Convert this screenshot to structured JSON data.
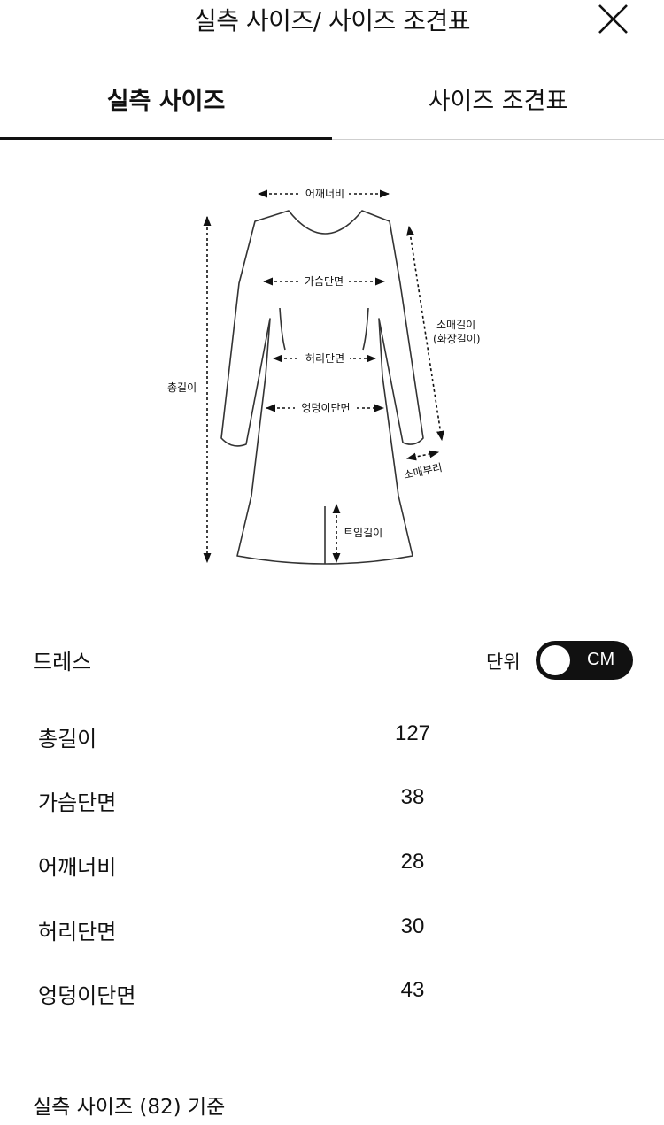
{
  "header": {
    "title": "실측 사이즈/ 사이즈 조견표",
    "close_icon": "close-icon"
  },
  "tabs": [
    {
      "label": "실측 사이즈",
      "active": true
    },
    {
      "label": "사이즈 조견표",
      "active": false
    }
  ],
  "diagram": {
    "shoulder": "어깨너비",
    "chest": "가슴단면",
    "waist": "허리단면",
    "hip": "엉덩이단면",
    "total_length": "총길이",
    "sleeve_length": "소매길이",
    "sleeve_length_alt": "(화장길이)",
    "cuff": "소매부리",
    "slit": "트임길이"
  },
  "size_table": {
    "product": "드레스",
    "unit_label": "단위",
    "unit": "CM",
    "rows": [
      {
        "label": "총길이",
        "value": "127"
      },
      {
        "label": "가슴단면",
        "value": "38"
      },
      {
        "label": "어깨너비",
        "value": "28"
      },
      {
        "label": "허리단면",
        "value": "30"
      },
      {
        "label": "엉덩이단면",
        "value": "43"
      }
    ]
  },
  "footer": {
    "note": "실측 사이즈 (82) 기준"
  }
}
